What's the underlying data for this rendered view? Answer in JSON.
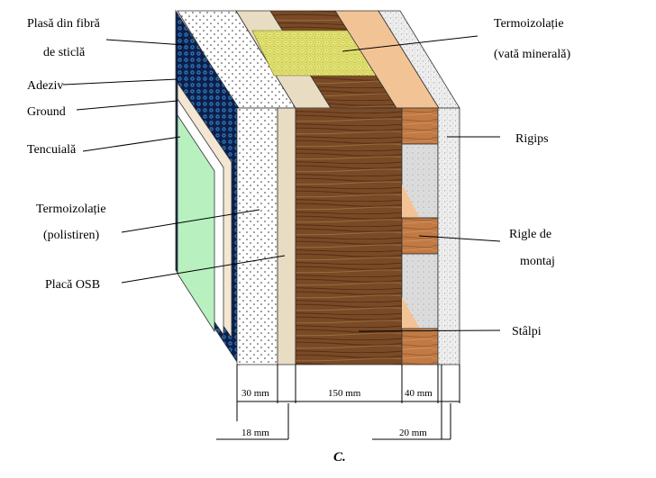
{
  "labels": {
    "glass_mesh_1": "Plasă din fibră",
    "glass_mesh_2": "de sticlă",
    "adhesive": "Adeziv",
    "ground": "Ground",
    "plaster": "Tencuială",
    "insulation_eps_1": "Termoizolație",
    "insulation_eps_2": "(polistiren)",
    "osb": "Placă OSB",
    "insulation_wool_1": "Termoizolație",
    "insulation_wool_2": "(vată minerală)",
    "drywall": "Rigips",
    "battens_1": "Rigle de",
    "battens_2": "montaj",
    "studs": "Stâlpi"
  },
  "dimensions": {
    "eps": "30 mm",
    "osb": "18 mm",
    "stud": "150 mm",
    "batten": "40 mm",
    "drywall": "20 mm"
  },
  "caption": "C."
}
